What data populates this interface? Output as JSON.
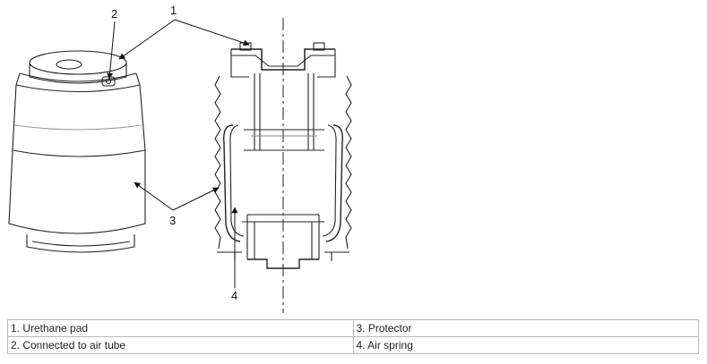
{
  "callouts": [
    "1",
    "2",
    "3",
    "4"
  ],
  "legend": {
    "rows": [
      [
        "1. Urethane pad",
        "3. Protector"
      ],
      [
        "2. Connected to air tube",
        "4. Air spring"
      ]
    ]
  }
}
